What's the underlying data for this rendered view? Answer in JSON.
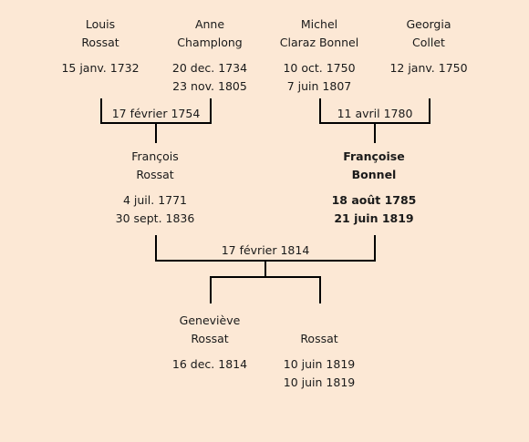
{
  "tree": {
    "grandparents": [
      {
        "first": "Louis",
        "last": "Rossat",
        "birth": "15 janv. 1732",
        "death": ""
      },
      {
        "first": "Anne",
        "last": "Champlong",
        "birth": "20 dec. 1734",
        "death": "23 nov. 1805"
      },
      {
        "first": "Michel",
        "last": "Claraz Bonnel",
        "birth": "10 oct. 1750",
        "death": "7 juin 1807"
      },
      {
        "first": "Georgia",
        "last": "Collet",
        "birth": "12 janv. 1750",
        "death": ""
      }
    ],
    "grandparent_marriages": [
      {
        "date": "17 février 1754"
      },
      {
        "date": "11 avril 1780"
      }
    ],
    "parents": [
      {
        "first": "François",
        "last": "Rossat",
        "birth": "4 juil. 1771",
        "death": "30 sept. 1836"
      },
      {
        "first": "Françoise",
        "last": "Bonnel",
        "birth": "18 août 1785",
        "death": "21 juin 1819",
        "highlighted": true
      }
    ],
    "parent_marriage": {
      "date": "17 février 1814"
    },
    "children": [
      {
        "first": "Geneviève",
        "last": "Rossat",
        "birth": "16 dec. 1814",
        "death": ""
      },
      {
        "first": "",
        "last": "Rossat",
        "birth": "10 juin 1819",
        "death": "10 juin 1819"
      }
    ]
  }
}
